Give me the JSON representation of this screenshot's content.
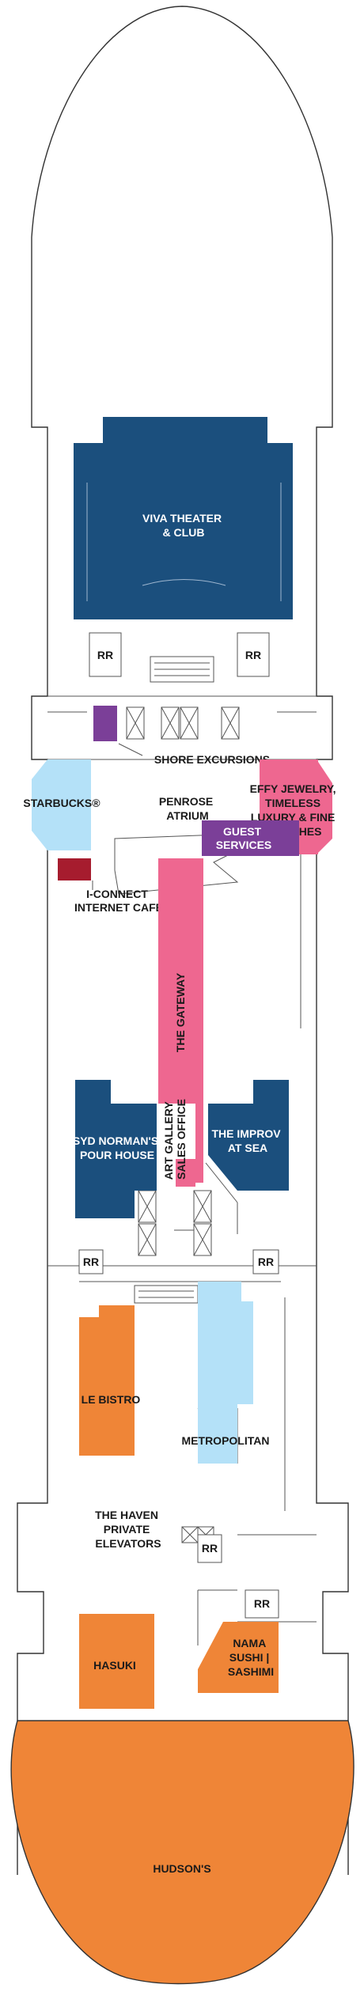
{
  "colors": {
    "navy": "#1b4f7d",
    "orange": "#ef8537",
    "pink": "#ee6790",
    "purple": "#7b3f98",
    "light_blue": "#b4e1f8",
    "dark_red": "#a61c2e"
  },
  "venues": {
    "viva_theater": [
      "VIVA THEATER",
      "& CLUB"
    ],
    "shore_excursions": "SHORE EXCURSIONS",
    "penrose_atrium": [
      "PENROSE",
      "ATRIUM"
    ],
    "effy": [
      "EFFY JEWELRY,",
      "TIMELESS",
      "LUXURY & FINE",
      "WATCHES"
    ],
    "starbucks": "STARBUCKS®",
    "guest_services": [
      "GUEST",
      "SERVICES"
    ],
    "iconnect": [
      "I-CONNECT",
      "INTERNET CAFÉ"
    ],
    "gateway": "THE GATEWAY",
    "syd_norman": [
      "SYD NORMAN'S",
      "POUR HOUSE"
    ],
    "art_gallery": [
      "ART GALLERY",
      "SALES OFFICE"
    ],
    "improv": [
      "THE IMPROV",
      "AT SEA"
    ],
    "le_bistro": "LE BISTRO",
    "metropolitan": "METROPOLITAN",
    "haven_elevators": [
      "THE HAVEN",
      "PRIVATE",
      "ELEVATORS"
    ],
    "hasuki": "HASUKI",
    "nama": [
      "NAMA",
      "SUSHI |",
      "SASHIMI"
    ],
    "hudsons": "HUDSON'S"
  },
  "restroom_label": "RR"
}
